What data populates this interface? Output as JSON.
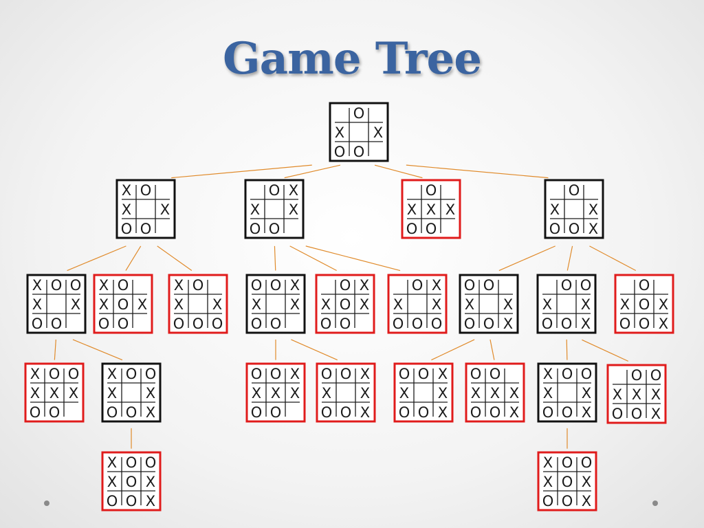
{
  "title": "Game Tree",
  "colors": {
    "title": "#3b64a0",
    "edge": "#e08a2a",
    "nonterminal_border": "#111111",
    "terminal_border": "#e01b1b"
  },
  "nodes": [
    {
      "id": "root",
      "cells": [
        "",
        "O",
        "",
        "X",
        "",
        "X",
        "O",
        "O",
        ""
      ],
      "terminal": false
    },
    {
      "id": "n1",
      "cells": [
        "X",
        "O",
        "",
        "X",
        "",
        "X",
        "O",
        "O",
        ""
      ],
      "terminal": false
    },
    {
      "id": "n2",
      "cells": [
        "",
        "O",
        "X",
        "X",
        "",
        "X",
        "O",
        "O",
        ""
      ],
      "terminal": false
    },
    {
      "id": "n3",
      "cells": [
        "",
        "O",
        "",
        "X",
        "X",
        "X",
        "O",
        "O",
        ""
      ],
      "terminal": true
    },
    {
      "id": "n4",
      "cells": [
        "",
        "O",
        "",
        "X",
        "",
        "X",
        "O",
        "O",
        "X"
      ],
      "terminal": false
    },
    {
      "id": "n1a",
      "cells": [
        "X",
        "O",
        "O",
        "X",
        "",
        "X",
        "O",
        "O",
        ""
      ],
      "terminal": false
    },
    {
      "id": "n1b",
      "cells": [
        "X",
        "O",
        "",
        "X",
        "O",
        "X",
        "O",
        "O",
        ""
      ],
      "terminal": true
    },
    {
      "id": "n1c",
      "cells": [
        "X",
        "O",
        "",
        "X",
        "",
        "X",
        "O",
        "O",
        "O"
      ],
      "terminal": true
    },
    {
      "id": "n2a",
      "cells": [
        "O",
        "O",
        "X",
        "X",
        "",
        "X",
        "O",
        "O",
        ""
      ],
      "terminal": false
    },
    {
      "id": "n2b",
      "cells": [
        "",
        "O",
        "X",
        "X",
        "O",
        "X",
        "O",
        "O",
        ""
      ],
      "terminal": true
    },
    {
      "id": "n2c",
      "cells": [
        "",
        "O",
        "X",
        "X",
        "",
        "X",
        "O",
        "O",
        "O"
      ],
      "terminal": true
    },
    {
      "id": "n4a",
      "cells": [
        "O",
        "O",
        "",
        "X",
        "",
        "X",
        "O",
        "O",
        "X"
      ],
      "terminal": false
    },
    {
      "id": "n4b",
      "cells": [
        "",
        "O",
        "O",
        "X",
        "",
        "X",
        "O",
        "O",
        "X"
      ],
      "terminal": false
    },
    {
      "id": "n4c",
      "cells": [
        "",
        "O",
        "",
        "X",
        "O",
        "X",
        "O",
        "O",
        "X"
      ],
      "terminal": true
    },
    {
      "id": "n1a1",
      "cells": [
        "X",
        "O",
        "O",
        "X",
        "X",
        "X",
        "O",
        "O",
        ""
      ],
      "terminal": true
    },
    {
      "id": "n1a2",
      "cells": [
        "X",
        "O",
        "O",
        "X",
        "",
        "X",
        "O",
        "O",
        "X"
      ],
      "terminal": false
    },
    {
      "id": "n2a1",
      "cells": [
        "O",
        "O",
        "X",
        "X",
        "X",
        "X",
        "O",
        "O",
        ""
      ],
      "terminal": true
    },
    {
      "id": "n2a2",
      "cells": [
        "O",
        "O",
        "X",
        "X",
        "",
        "X",
        "O",
        "O",
        "X"
      ],
      "terminal": true
    },
    {
      "id": "n4a1",
      "cells": [
        "O",
        "O",
        "X",
        "X",
        "",
        "X",
        "O",
        "O",
        "X"
      ],
      "terminal": true
    },
    {
      "id": "n4a2",
      "cells": [
        "O",
        "O",
        "",
        "X",
        "X",
        "X",
        "O",
        "O",
        "X"
      ],
      "terminal": true
    },
    {
      "id": "n4b1",
      "cells": [
        "X",
        "O",
        "O",
        "X",
        "",
        "X",
        "O",
        "O",
        "X"
      ],
      "terminal": false
    },
    {
      "id": "n4b2",
      "cells": [
        "",
        "O",
        "O",
        "X",
        "X",
        "X",
        "O",
        "O",
        "X"
      ],
      "terminal": true
    },
    {
      "id": "n1a2a",
      "cells": [
        "X",
        "O",
        "O",
        "X",
        "O",
        "X",
        "O",
        "O",
        "X"
      ],
      "terminal": true
    },
    {
      "id": "n4b1a",
      "cells": [
        "X",
        "O",
        "O",
        "X",
        "O",
        "X",
        "O",
        "O",
        "X"
      ],
      "terminal": true
    }
  ],
  "edges": [
    [
      "root",
      "n1"
    ],
    [
      "root",
      "n2"
    ],
    [
      "root",
      "n3"
    ],
    [
      "root",
      "n4"
    ],
    [
      "n1",
      "n1a"
    ],
    [
      "n1",
      "n1b"
    ],
    [
      "n1",
      "n1c"
    ],
    [
      "n2",
      "n2a"
    ],
    [
      "n2",
      "n2b"
    ],
    [
      "n2",
      "n2c"
    ],
    [
      "n4",
      "n4a"
    ],
    [
      "n4",
      "n4b"
    ],
    [
      "n4",
      "n4c"
    ],
    [
      "n1a",
      "n1a1"
    ],
    [
      "n1a",
      "n1a2"
    ],
    [
      "n2a",
      "n2a1"
    ],
    [
      "n2a",
      "n2a2"
    ],
    [
      "n4a",
      "n4a1"
    ],
    [
      "n4a",
      "n4a2"
    ],
    [
      "n4b",
      "n4b1"
    ],
    [
      "n4b",
      "n4b2"
    ],
    [
      "n1a2",
      "n1a2a"
    ],
    [
      "n4b1",
      "n4b1a"
    ]
  ]
}
